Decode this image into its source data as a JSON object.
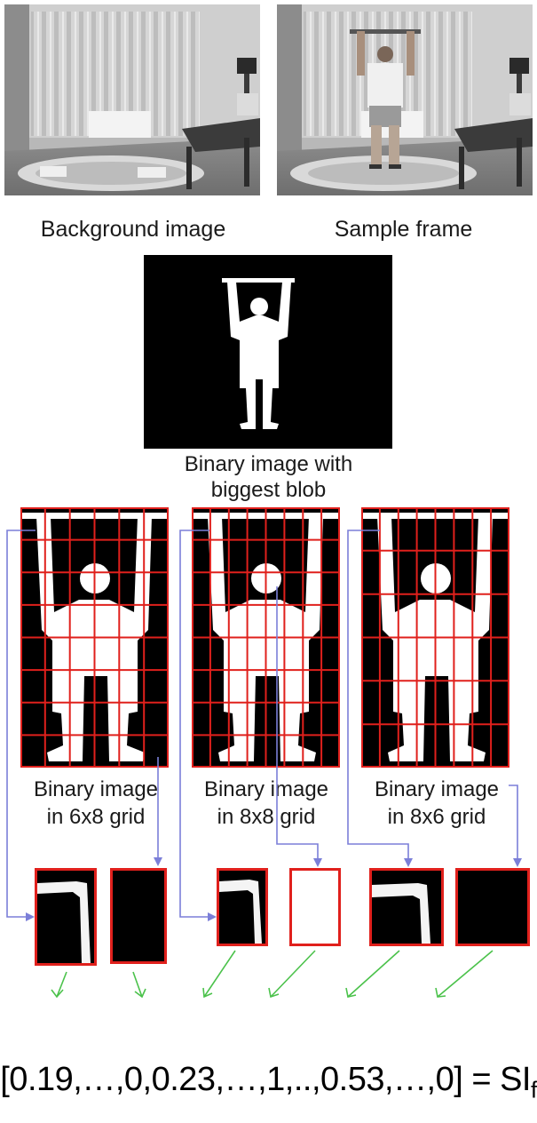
{
  "top_images": {
    "background_caption": "Background image",
    "sample_caption": "Sample frame"
  },
  "binary": {
    "caption_line1": "Binary image with",
    "caption_line2": "biggest blob"
  },
  "grids": [
    {
      "line1": "Binary image",
      "line2": "in 6x8 grid"
    },
    {
      "line1": "Binary image",
      "line2": "in 8x8 grid"
    },
    {
      "line1": "Binary image",
      "line2": "in 8x6 grid"
    }
  ],
  "formula": {
    "text": "[0.19,…,0,0.23,…,1,..,0.53,…,0] = SI",
    "subscript": "f"
  },
  "colors": {
    "grid_line": "#e0201c",
    "arrow_blue": "#7b7fd8",
    "arrow_green": "#4bc24b",
    "cell_border": "#e0201c"
  }
}
